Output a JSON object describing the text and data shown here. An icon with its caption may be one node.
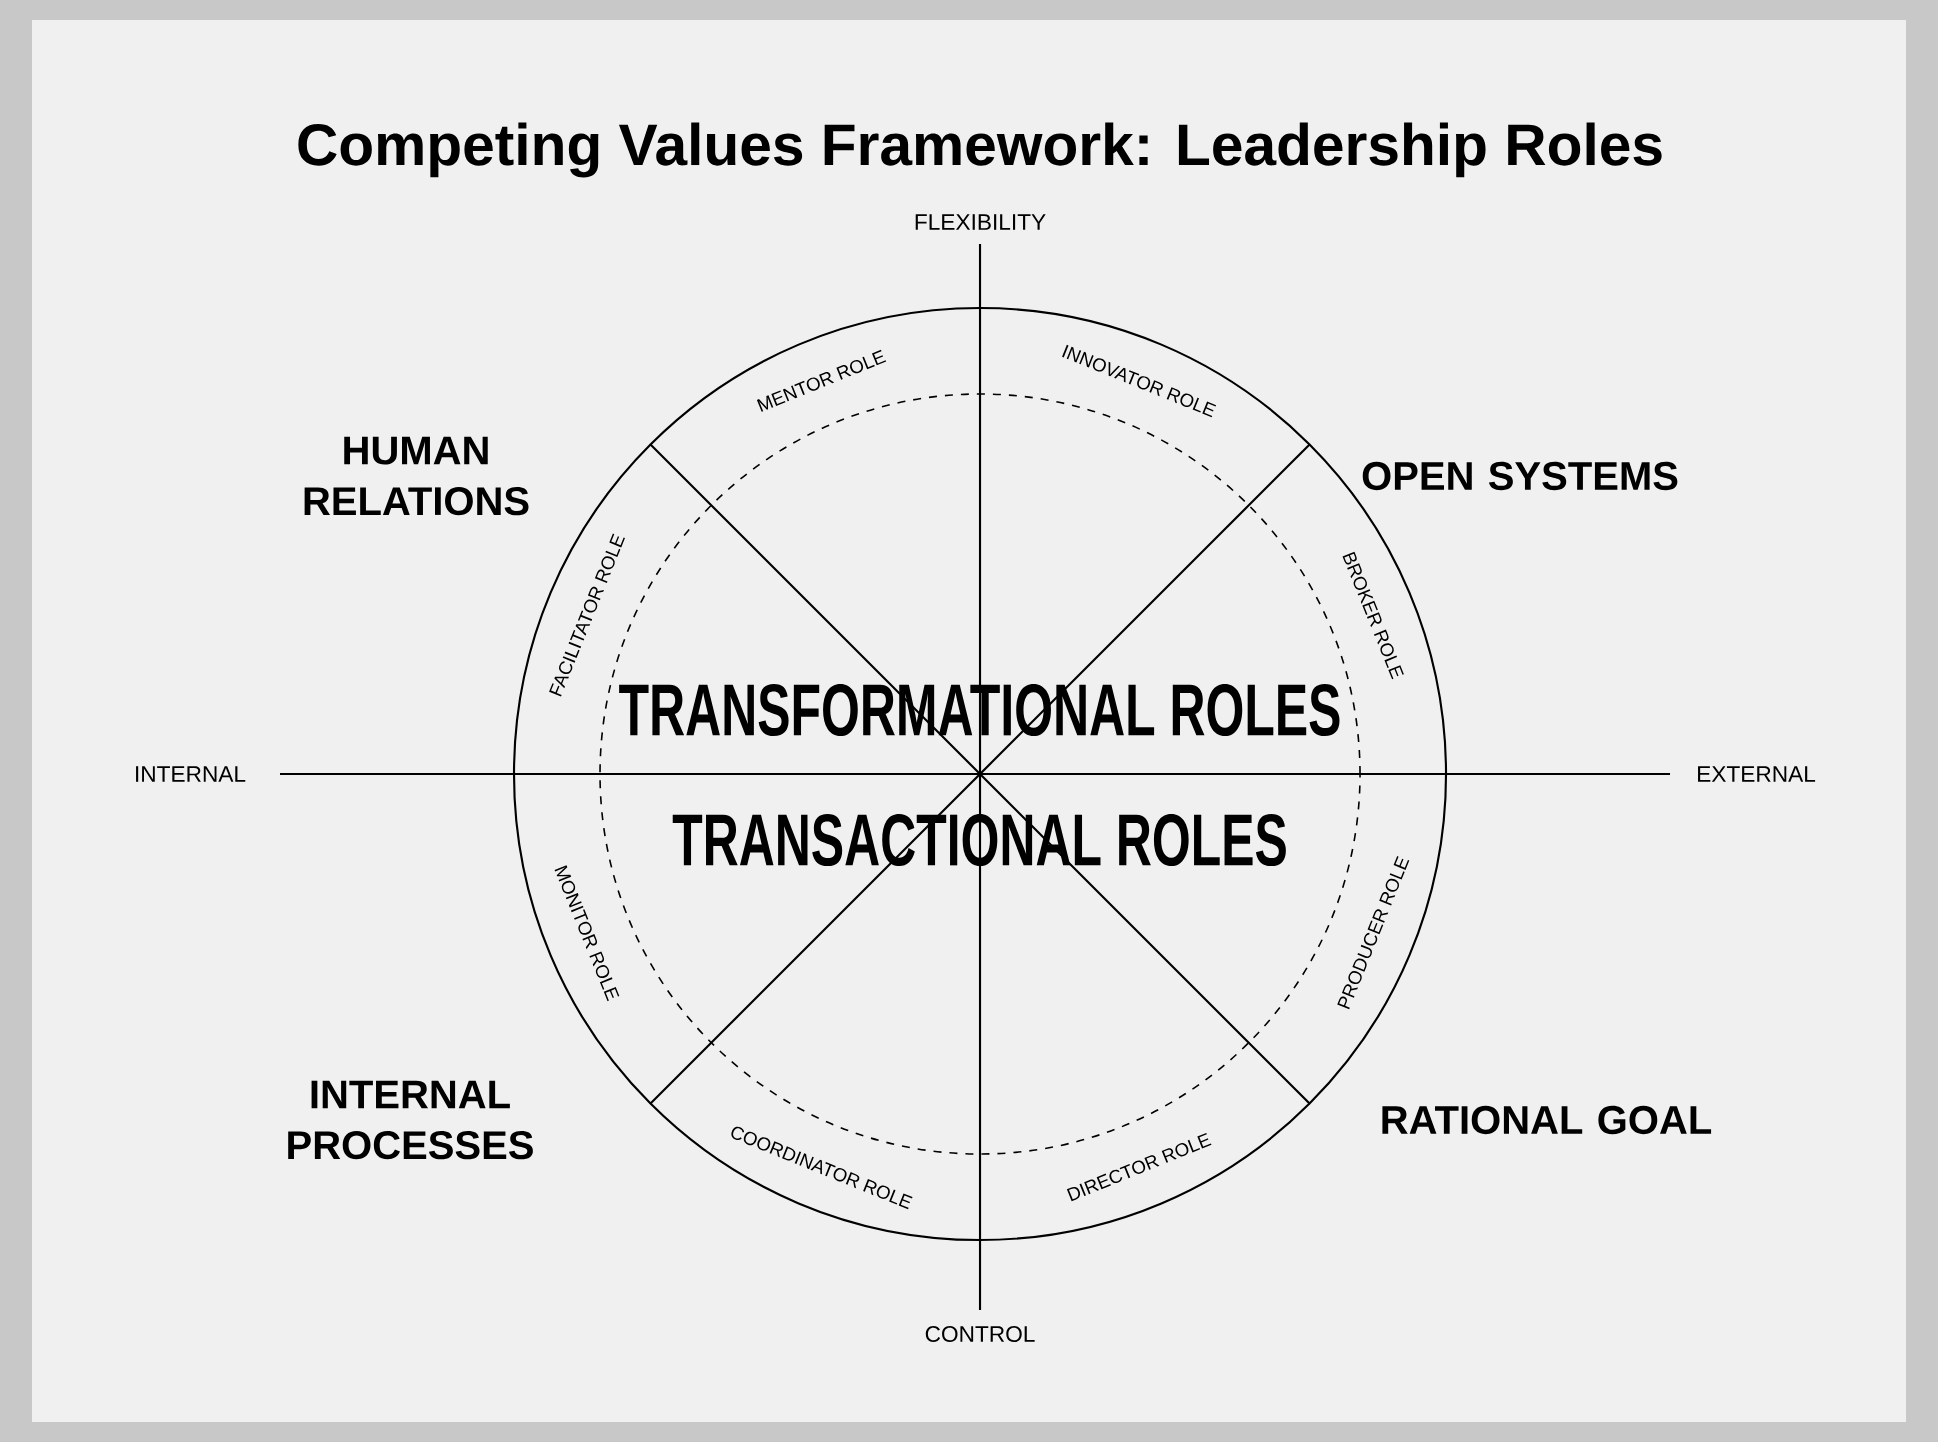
{
  "diagram": {
    "title": "Competing Values Framework: Leadership Roles",
    "labels": [
      "FLEXIBILITY",
      "MENTOR ROLE",
      "INNOVATOR ROLE",
      "HUMAN RELATIONS",
      "OPEN SYSTEMS",
      "FACILITATOR ROLE",
      "BROKER ROLE",
      "TRANSFORMATIONAL ROLES",
      "INTERNAL",
      "EXTERNAL",
      "TRANSACTIONAL ROLES",
      "MONITOR ROLE",
      "PRODUCER ROLE",
      "INTERNAL PROCESSES",
      "RATIONAL GOAL",
      "COORDINATOR ROLE",
      "DIRECTOR ROLE",
      "CONTROL"
    ]
  }
}
